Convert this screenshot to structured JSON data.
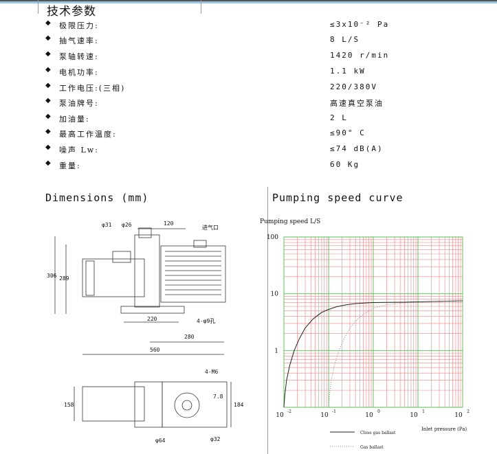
{
  "specs_title": "技术参数",
  "specs": [
    {
      "label": "极限压力:",
      "value": "≤3x10⁻² Pa"
    },
    {
      "label": "抽气速率:",
      "value": "8 L/S"
    },
    {
      "label": "泵轴转速:",
      "value": "1420 r/min"
    },
    {
      "label": "电机功率:",
      "value": "1.1 kW"
    },
    {
      "label": "工作电压:(三相)",
      "value": "220/380V"
    },
    {
      "label": "泵油牌号:",
      "value": "高速真空泵油"
    },
    {
      "label": "加油量:",
      "value": "2 L"
    },
    {
      "label": "最高工作温度:",
      "value": "≤90° C"
    },
    {
      "label": "噪声 Lw:",
      "value": "≤74 dB(A)"
    },
    {
      "label": "重量:",
      "value": "60 Kg"
    }
  ],
  "bullet": "◆",
  "dimensions": {
    "title": "Dimensions (mm)",
    "labels": {
      "d31": "φ31",
      "d26": "φ26",
      "w120": "120",
      "inlet": "进气口",
      "h306": "306",
      "h289": "289",
      "w220": "220",
      "holes": "4-φ9孔",
      "w280": "280",
      "w560": "560",
      "m6": "4-M6",
      "h158": "158",
      "h184": "184",
      "h78": "7.8",
      "d64": "φ64",
      "d32": "φ32"
    }
  },
  "chart_data": {
    "type": "line",
    "title": "Pumping speed curve",
    "ylabel": "Pumping speed L/S",
    "xlabel": "Inlet pressure (Pa)",
    "x_scale": "log",
    "y_scale": "log",
    "xlim": [
      0.01,
      100
    ],
    "ylim": [
      0.1,
      100
    ],
    "x_ticks": [
      {
        "base": "10",
        "exp": "-2"
      },
      {
        "base": "10",
        "exp": "-1"
      },
      {
        "base": "10",
        "exp": "0"
      },
      {
        "base": "10",
        "exp": "1"
      },
      {
        "base": "10",
        "exp": "2"
      }
    ],
    "y_ticks": [
      "100",
      "10",
      "1"
    ],
    "grid": true,
    "series": [
      {
        "name": "Close gas ballast",
        "style": "solid",
        "color": "#222222",
        "x": [
          0.01,
          0.0105,
          0.0115,
          0.0135,
          0.017,
          0.022,
          0.03,
          0.045,
          0.07,
          0.1,
          0.15,
          0.25,
          0.4,
          0.7,
          1,
          2,
          5,
          10,
          30,
          100
        ],
        "y": [
          0.1,
          0.17,
          0.3,
          0.55,
          1.0,
          1.6,
          2.5,
          3.6,
          4.7,
          5.3,
          5.9,
          6.4,
          6.7,
          6.9,
          7.0,
          7.05,
          7.1,
          7.2,
          7.35,
          7.5
        ]
      },
      {
        "name": "Gas ballast",
        "style": "dotted",
        "color": "#888888",
        "x": [
          0.1,
          0.105,
          0.115,
          0.135,
          0.17,
          0.22,
          0.3,
          0.45,
          0.7,
          1,
          2,
          5,
          10,
          30,
          100
        ],
        "y": [
          0.1,
          0.17,
          0.3,
          0.55,
          1.0,
          1.6,
          2.5,
          3.6,
          4.7,
          5.6,
          6.4,
          6.9,
          7.1,
          7.35,
          7.5
        ]
      }
    ]
  },
  "colors": {
    "grid_green": "#4fbf4f",
    "grid_red": "#f08080",
    "top_blue": "#9bc3e6"
  }
}
